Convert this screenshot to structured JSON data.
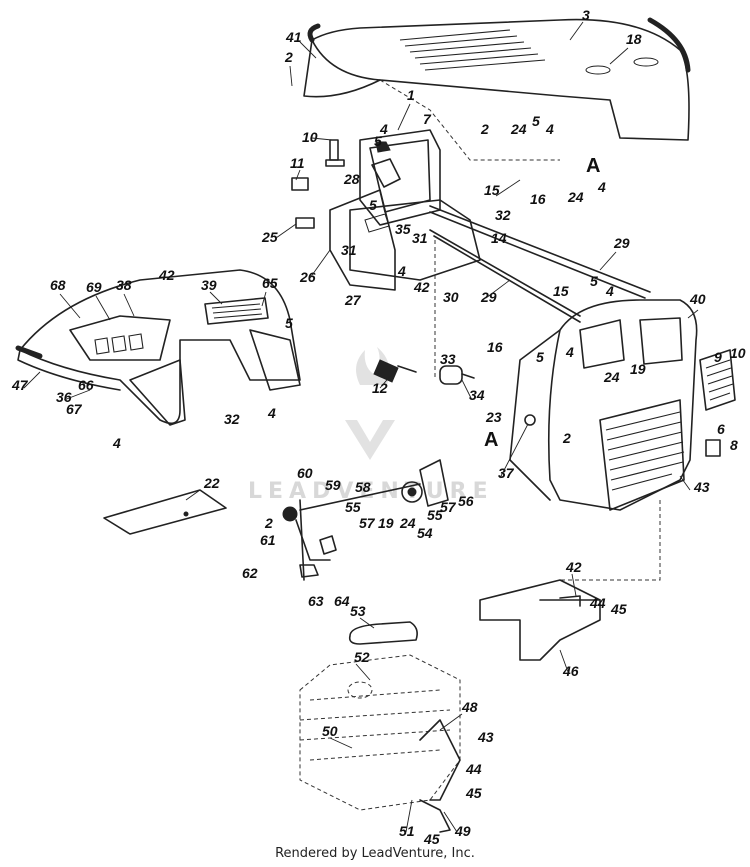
{
  "watermark_text": "LEADVENTURE",
  "credit": "Rendered by LeadVenture, Inc.",
  "reference_marks": {
    "a1": "A",
    "a2": "A"
  },
  "callouts": {
    "c1": "1",
    "c2a": "2",
    "c2b": "2",
    "c2c": "2",
    "c2d": "2",
    "c3": "3",
    "c4a": "4",
    "c4b": "4",
    "c4c": "4",
    "c4d": "4",
    "c4e": "4",
    "c4f": "4",
    "c4g": "4",
    "c4h": "4",
    "c5a": "5",
    "c5b": "5",
    "c5c": "5",
    "c5d": "5",
    "c5e": "5",
    "c5f": "5",
    "c6": "6",
    "c7": "7",
    "c8": "8",
    "c9": "9",
    "c10a": "10",
    "c10b": "10",
    "c11": "11",
    "c12": "12",
    "c14": "14",
    "c15a": "15",
    "c15b": "15",
    "c16a": "16",
    "c16b": "16",
    "c18": "18",
    "c19a": "19",
    "c19b": "19",
    "c22": "22",
    "c23": "23",
    "c24a": "24",
    "c24b": "24",
    "c24c": "24",
    "c24d": "24",
    "c25": "25",
    "c26": "26",
    "c27": "27",
    "c28": "28",
    "c29a": "29",
    "c29b": "29",
    "c30": "30",
    "c31a": "31",
    "c31b": "31",
    "c32a": "32",
    "c32b": "32",
    "c33": "33",
    "c34": "34",
    "c35": "35",
    "c36": "36",
    "c37": "37",
    "c38": "38",
    "c39": "39",
    "c40": "40",
    "c41": "41",
    "c42a": "42",
    "c42b": "42",
    "c42c": "42",
    "c43a": "43",
    "c43b": "43",
    "c44a": "44",
    "c44b": "44",
    "c45a": "45",
    "c45b": "45",
    "c45c": "45",
    "c46": "46",
    "c47": "47",
    "c48": "48",
    "c49": "49",
    "c50": "50",
    "c51": "51",
    "c52": "52",
    "c53": "53",
    "c54": "54",
    "c55a": "55",
    "c55b": "55",
    "c56": "56",
    "c57a": "57",
    "c57b": "57",
    "c58": "58",
    "c59": "59",
    "c60": "60",
    "c61": "61",
    "c62": "62",
    "c63": "63",
    "c64": "64",
    "c65": "65",
    "c66": "66",
    "c67": "67",
    "c68": "68",
    "c69": "69"
  }
}
